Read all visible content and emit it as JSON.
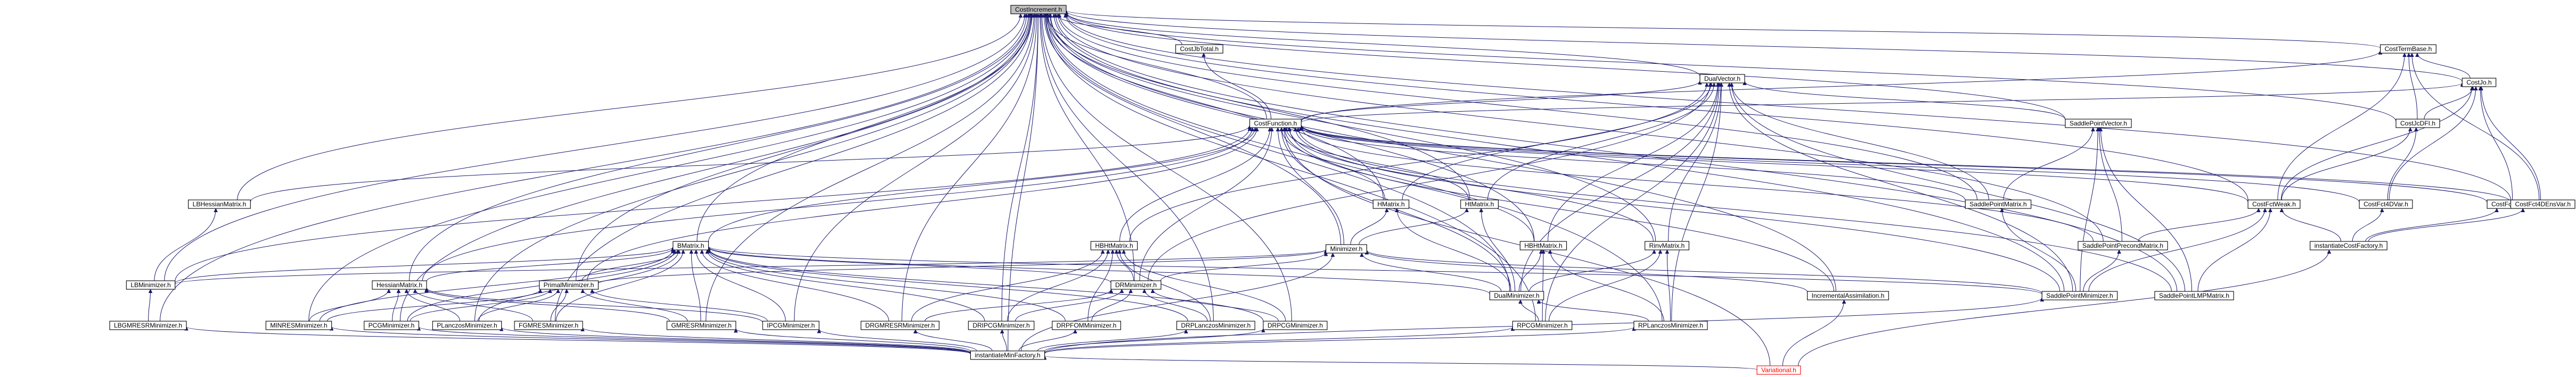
{
  "graph": {
    "type": "include-dependency-graph",
    "colors": {
      "edge": "#191970",
      "node_border": "#000000",
      "root_fill": "#bfbfbf",
      "highlight_border": "#ff0000"
    },
    "nodes": [
      {
        "id": "CostIncrement",
        "label": "CostIncrement.h",
        "style": "root"
      },
      {
        "id": "CostTermBase",
        "label": "CostTermBase.h"
      },
      {
        "id": "CostJbTotal",
        "label": "CostJbTotal.h"
      },
      {
        "id": "DualVector",
        "label": "DualVector.h"
      },
      {
        "id": "CostJo",
        "label": "CostJo.h"
      },
      {
        "id": "CostFunction",
        "label": "CostFunction.h"
      },
      {
        "id": "CostJcDFI",
        "label": "CostJcDFI.h"
      },
      {
        "id": "SaddlePointVector",
        "label": "SaddlePointVector.h"
      },
      {
        "id": "LBHessianMatrix",
        "label": "LBHessianMatrix.h"
      },
      {
        "id": "HMatrix",
        "label": "HMatrix.h"
      },
      {
        "id": "HtMatrix",
        "label": "HtMatrix.h"
      },
      {
        "id": "SaddlePointMatrix",
        "label": "SaddlePointMatrix.h"
      },
      {
        "id": "CostFct3DVar",
        "label": "CostFct3DVar.h"
      },
      {
        "id": "CostFct4DVar",
        "label": "CostFct4DVar.h"
      },
      {
        "id": "CostFct4DEnsVar",
        "label": "CostFct4DEnsVar.h"
      },
      {
        "id": "CostFctWeak",
        "label": "CostFctWeak.h"
      },
      {
        "id": "HBHtMatrix",
        "label": "HBHtMatrix.h"
      },
      {
        "id": "BMatrix",
        "label": "BMatrix.h"
      },
      {
        "id": "Minimizer",
        "label": "Minimizer.h"
      },
      {
        "id": "HBHtMatrix2",
        "label": "HBHtMatrix.h"
      },
      {
        "id": "RinvMatrix",
        "label": "RinvMatrix.h"
      },
      {
        "id": "SaddlePointPrecondMatrix",
        "label": "SaddlePointPrecondMatrix.h"
      },
      {
        "id": "instantiateCostFactory",
        "label": "instantiateCostFactory.h"
      },
      {
        "id": "LBMinimizer",
        "label": "LBMinimizer.h"
      },
      {
        "id": "HessianMatrix",
        "label": "HessianMatrix.h"
      },
      {
        "id": "PrimalMinimizer",
        "label": "PrimalMinimizer.h"
      },
      {
        "id": "DRMinimizer",
        "label": "DRMinimizer.h"
      },
      {
        "id": "DualMinimizer",
        "label": "DualMinimizer.h"
      },
      {
        "id": "IncrementalAssimilation",
        "label": "IncrementalAssimilation.h"
      },
      {
        "id": "SaddlePointMinimizer",
        "label": "SaddlePointMinimizer.h"
      },
      {
        "id": "SaddlePointLMPMatrix",
        "label": "SaddlePointLMPMatrix.h"
      },
      {
        "id": "LBGMRESRMinimizer",
        "label": "LBGMRESRMinimizer.h"
      },
      {
        "id": "MINRESMinimizer",
        "label": "MINRESMinimizer.h"
      },
      {
        "id": "PCGMinimizer",
        "label": "PCGMinimizer.h"
      },
      {
        "id": "PLanczosMinimizer",
        "label": "PLanczosMinimizer.h"
      },
      {
        "id": "FGMRESMinimizer",
        "label": "FGMRESMinimizer.h"
      },
      {
        "id": "GMRESRMinimizer",
        "label": "GMRESRMinimizer.h"
      },
      {
        "id": "IPCGMinimizer",
        "label": "IPCGMinimizer.h"
      },
      {
        "id": "DRGMRESRMinimizer",
        "label": "DRGMRESRMinimizer.h"
      },
      {
        "id": "DRIPCGMinimizer",
        "label": "DRIPCGMinimizer.h"
      },
      {
        "id": "DRPFOMMinimizer",
        "label": "DRPFOMMinimizer.h"
      },
      {
        "id": "DRPLanczosMinimizer",
        "label": "DRPLanczosMinimizer.h"
      },
      {
        "id": "DRPCGMinimizer",
        "label": "DRPCGMinimizer.h"
      },
      {
        "id": "RPCGMinimizer",
        "label": "RPCGMinimizer.h"
      },
      {
        "id": "RPLanczosMinimizer",
        "label": "RPLanczosMinimizer.h"
      },
      {
        "id": "instantiateMinFactory",
        "label": "instantiateMinFactory.h"
      },
      {
        "id": "Variational",
        "label": "Variational.h",
        "style": "red"
      }
    ],
    "edges": [
      [
        "CostIncrement",
        "CostTermBase"
      ],
      [
        "CostIncrement",
        "CostJbTotal"
      ],
      [
        "CostIncrement",
        "DualVector"
      ],
      [
        "CostIncrement",
        "CostJo"
      ],
      [
        "CostIncrement",
        "CostFunction"
      ],
      [
        "CostIncrement",
        "CostJcDFI"
      ],
      [
        "CostIncrement",
        "SaddlePointVector"
      ],
      [
        "CostIncrement",
        "LBHessianMatrix"
      ],
      [
        "CostIncrement",
        "HMatrix"
      ],
      [
        "CostIncrement",
        "HtMatrix"
      ],
      [
        "CostIncrement",
        "SaddlePointMatrix"
      ],
      [
        "CostIncrement",
        "CostFctWeak"
      ],
      [
        "CostIncrement",
        "BMatrix"
      ],
      [
        "CostIncrement",
        "Minimizer"
      ],
      [
        "CostIncrement",
        "HBHtMatrix2"
      ],
      [
        "CostIncrement",
        "RinvMatrix"
      ],
      [
        "CostIncrement",
        "SaddlePointPrecondMatrix"
      ],
      [
        "CostIncrement",
        "LBMinimizer"
      ],
      [
        "CostIncrement",
        "HessianMatrix"
      ],
      [
        "CostIncrement",
        "PrimalMinimizer"
      ],
      [
        "CostIncrement",
        "DRMinimizer"
      ],
      [
        "CostIncrement",
        "DualMinimizer"
      ],
      [
        "CostIncrement",
        "IncrementalAssimilation"
      ],
      [
        "CostIncrement",
        "SaddlePointMinimizer"
      ],
      [
        "CostIncrement",
        "SaddlePointLMPMatrix"
      ],
      [
        "CostIncrement",
        "LBGMRESRMinimizer"
      ],
      [
        "CostIncrement",
        "MINRESMinimizer"
      ],
      [
        "CostIncrement",
        "PCGMinimizer"
      ],
      [
        "CostIncrement",
        "PLanczosMinimizer"
      ],
      [
        "CostIncrement",
        "FGMRESMinimizer"
      ],
      [
        "CostIncrement",
        "GMRESRMinimizer"
      ],
      [
        "CostIncrement",
        "IPCGMinimizer"
      ],
      [
        "CostIncrement",
        "DRGMRESRMinimizer"
      ],
      [
        "CostIncrement",
        "DRIPCGMinimizer"
      ],
      [
        "CostIncrement",
        "DRPLanczosMinimizer"
      ],
      [
        "CostIncrement",
        "DRPCGMinimizer"
      ],
      [
        "CostIncrement",
        "RPCGMinimizer"
      ],
      [
        "CostIncrement",
        "RPLanczosMinimizer"
      ],
      [
        "CostIncrement",
        "instantiateMinFactory"
      ],
      [
        "CostIncrement",
        "CostFct4DEnsVar"
      ],
      [
        "CostTermBase",
        "CostFunction"
      ],
      [
        "CostTermBase",
        "CostJo"
      ],
      [
        "CostTermBase",
        "CostJcDFI"
      ],
      [
        "CostTermBase",
        "CostFct4DEnsVar"
      ],
      [
        "CostTermBase",
        "CostFctWeak"
      ],
      [
        "CostJbTotal",
        "CostFunction"
      ],
      [
        "DualVector",
        "CostFunction"
      ],
      [
        "DualVector",
        "SaddlePointVector"
      ],
      [
        "DualVector",
        "HMatrix"
      ],
      [
        "DualVector",
        "HtMatrix"
      ],
      [
        "DualVector",
        "SaddlePointMatrix"
      ],
      [
        "DualVector",
        "HBHtMatrix2"
      ],
      [
        "DualVector",
        "RinvMatrix"
      ],
      [
        "DualVector",
        "DualMinimizer"
      ],
      [
        "DualVector",
        "DRMinimizer"
      ],
      [
        "DualVector",
        "SaddlePointMinimizer"
      ],
      [
        "DualVector",
        "SaddlePointLMPMatrix"
      ],
      [
        "DualVector",
        "RPCGMinimizer"
      ],
      [
        "DualVector",
        "RPLanczosMinimizer"
      ],
      [
        "DualVector",
        "HBHtMatrix"
      ],
      [
        "CostJo",
        "CostFunction"
      ],
      [
        "CostJo",
        "CostJcDFI"
      ],
      [
        "CostJo",
        "CostFct3DVar"
      ],
      [
        "CostJo",
        "CostFct4DVar"
      ],
      [
        "CostJo",
        "CostFct4DEnsVar"
      ],
      [
        "CostJo",
        "CostFctWeak"
      ],
      [
        "CostJcDFI",
        "CostFct4DVar"
      ],
      [
        "CostJcDFI",
        "CostFctWeak"
      ],
      [
        "CostFunction",
        "CostFct3DVar"
      ],
      [
        "CostFunction",
        "CostFct4DVar"
      ],
      [
        "CostFunction",
        "CostFct4DEnsVar"
      ],
      [
        "CostFunction",
        "CostFctWeak"
      ],
      [
        "CostFunction",
        "HMatrix"
      ],
      [
        "CostFunction",
        "HtMatrix"
      ],
      [
        "CostFunction",
        "HBHtMatrix"
      ],
      [
        "CostFunction",
        "BMatrix"
      ],
      [
        "CostFunction",
        "Minimizer"
      ],
      [
        "CostFunction",
        "HBHtMatrix2"
      ],
      [
        "CostFunction",
        "RinvMatrix"
      ],
      [
        "CostFunction",
        "LBHessianMatrix"
      ],
      [
        "CostFunction",
        "LBMinimizer"
      ],
      [
        "CostFunction",
        "HessianMatrix"
      ],
      [
        "CostFunction",
        "PrimalMinimizer"
      ],
      [
        "CostFunction",
        "DRMinimizer"
      ],
      [
        "CostFunction",
        "DualMinimizer"
      ],
      [
        "CostFunction",
        "IncrementalAssimilation"
      ],
      [
        "CostFunction",
        "SaddlePointMinimizer"
      ],
      [
        "CostFunction",
        "SaddlePointMatrix"
      ],
      [
        "CostFunction",
        "SaddlePointPrecondMatrix"
      ],
      [
        "CostFunction",
        "SaddlePointLMPMatrix"
      ],
      [
        "CostFunction",
        "Variational"
      ],
      [
        "SaddlePointVector",
        "SaddlePointMatrix"
      ],
      [
        "SaddlePointVector",
        "SaddlePointPrecondMatrix"
      ],
      [
        "SaddlePointVector",
        "SaddlePointMinimizer"
      ],
      [
        "SaddlePointVector",
        "SaddlePointLMPMatrix"
      ],
      [
        "LBHessianMatrix",
        "LBMinimizer"
      ],
      [
        "HMatrix",
        "Minimizer"
      ],
      [
        "HMatrix",
        "DualMinimizer"
      ],
      [
        "HtMatrix",
        "Minimizer"
      ],
      [
        "HtMatrix",
        "DualMinimizer"
      ],
      [
        "SaddlePointMatrix",
        "SaddlePointMinimizer"
      ],
      [
        "CostFct3DVar",
        "instantiateCostFactory"
      ],
      [
        "CostFct4DVar",
        "instantiateCostFactory"
      ],
      [
        "CostFct4DEnsVar",
        "instantiateCostFactory"
      ],
      [
        "CostFctWeak",
        "instantiateCostFactory"
      ],
      [
        "CostFctWeak",
        "SaddlePointPrecondMatrix"
      ],
      [
        "CostFctWeak",
        "SaddlePointMinimizer"
      ],
      [
        "CostFctWeak",
        "SaddlePointLMPMatrix"
      ],
      [
        "HBHtMatrix",
        "DRMinimizer"
      ],
      [
        "HBHtMatrix",
        "DRGMRESRMinimizer"
      ],
      [
        "HBHtMatrix",
        "DRIPCGMinimizer"
      ],
      [
        "HBHtMatrix",
        "DRPFOMMinimizer"
      ],
      [
        "HBHtMatrix",
        "DRPLanczosMinimizer"
      ],
      [
        "HBHtMatrix",
        "DRPCGMinimizer"
      ],
      [
        "BMatrix",
        "LBMinimizer"
      ],
      [
        "BMatrix",
        "HessianMatrix"
      ],
      [
        "BMatrix",
        "PrimalMinimizer"
      ],
      [
        "BMatrix",
        "DRMinimizer"
      ],
      [
        "BMatrix",
        "MINRESMinimizer"
      ],
      [
        "BMatrix",
        "PCGMinimizer"
      ],
      [
        "BMatrix",
        "PLanczosMinimizer"
      ],
      [
        "BMatrix",
        "FGMRESMinimizer"
      ],
      [
        "BMatrix",
        "GMRESRMinimizer"
      ],
      [
        "BMatrix",
        "IPCGMinimizer"
      ],
      [
        "BMatrix",
        "DRGMRESRMinimizer"
      ],
      [
        "BMatrix",
        "DRIPCGMinimizer"
      ],
      [
        "BMatrix",
        "DRPFOMMinimizer"
      ],
      [
        "BMatrix",
        "DRPLanczosMinimizer"
      ],
      [
        "BMatrix",
        "DRPCGMinimizer"
      ],
      [
        "BMatrix",
        "DualMinimizer"
      ],
      [
        "BMatrix",
        "SaddlePointMinimizer"
      ],
      [
        "Minimizer",
        "LBMinimizer"
      ],
      [
        "Minimizer",
        "PrimalMinimizer"
      ],
      [
        "Minimizer",
        "DRMinimizer"
      ],
      [
        "Minimizer",
        "DualMinimizer"
      ],
      [
        "Minimizer",
        "SaddlePointMinimizer"
      ],
      [
        "Minimizer",
        "IncrementalAssimilation"
      ],
      [
        "Minimizer",
        "instantiateMinFactory"
      ],
      [
        "HBHtMatrix2",
        "DualMinimizer"
      ],
      [
        "HBHtMatrix2",
        "RPCGMinimizer"
      ],
      [
        "HBHtMatrix2",
        "RPLanczosMinimizer"
      ],
      [
        "RinvMatrix",
        "DualMinimizer"
      ],
      [
        "RinvMatrix",
        "RPCGMinimizer"
      ],
      [
        "RinvMatrix",
        "RPLanczosMinimizer"
      ],
      [
        "SaddlePointPrecondMatrix",
        "SaddlePointMinimizer"
      ],
      [
        "instantiateCostFactory",
        "Variational"
      ],
      [
        "LBMinimizer",
        "LBGMRESRMinimizer"
      ],
      [
        "HessianMatrix",
        "MINRESMinimizer"
      ],
      [
        "HessianMatrix",
        "PCGMinimizer"
      ],
      [
        "HessianMatrix",
        "PLanczosMinimizer"
      ],
      [
        "HessianMatrix",
        "FGMRESMinimizer"
      ],
      [
        "HessianMatrix",
        "GMRESRMinimizer"
      ],
      [
        "HessianMatrix",
        "IPCGMinimizer"
      ],
      [
        "PrimalMinimizer",
        "MINRESMinimizer"
      ],
      [
        "PrimalMinimizer",
        "PCGMinimizer"
      ],
      [
        "PrimalMinimizer",
        "PLanczosMinimizer"
      ],
      [
        "PrimalMinimizer",
        "FGMRESMinimizer"
      ],
      [
        "PrimalMinimizer",
        "GMRESRMinimizer"
      ],
      [
        "PrimalMinimizer",
        "IPCGMinimizer"
      ],
      [
        "DRMinimizer",
        "DRGMRESRMinimizer"
      ],
      [
        "DRMinimizer",
        "DRIPCGMinimizer"
      ],
      [
        "DRMinimizer",
        "DRPFOMMinimizer"
      ],
      [
        "DRMinimizer",
        "DRPLanczosMinimizer"
      ],
      [
        "DRMinimizer",
        "DRPCGMinimizer"
      ],
      [
        "DualMinimizer",
        "RPCGMinimizer"
      ],
      [
        "DualMinimizer",
        "RPLanczosMinimizer"
      ],
      [
        "IncrementalAssimilation",
        "Variational"
      ],
      [
        "SaddlePointMinimizer",
        "instantiateMinFactory"
      ],
      [
        "LBGMRESRMinimizer",
        "instantiateMinFactory"
      ],
      [
        "MINRESMinimizer",
        "instantiateMinFactory"
      ],
      [
        "PCGMinimizer",
        "instantiateMinFactory"
      ],
      [
        "PLanczosMinimizer",
        "instantiateMinFactory"
      ],
      [
        "FGMRESMinimizer",
        "instantiateMinFactory"
      ],
      [
        "GMRESRMinimizer",
        "instantiateMinFactory"
      ],
      [
        "IPCGMinimizer",
        "instantiateMinFactory"
      ],
      [
        "DRGMRESRMinimizer",
        "instantiateMinFactory"
      ],
      [
        "DRIPCGMinimizer",
        "instantiateMinFactory"
      ],
      [
        "DRPFOMMinimizer",
        "instantiateMinFactory"
      ],
      [
        "DRPLanczosMinimizer",
        "instantiateMinFactory"
      ],
      [
        "DRPCGMinimizer",
        "instantiateMinFactory"
      ],
      [
        "RPCGMinimizer",
        "instantiateMinFactory"
      ],
      [
        "RPLanczosMinimizer",
        "instantiateMinFactory"
      ],
      [
        "instantiateMinFactory",
        "Variational"
      ]
    ]
  }
}
